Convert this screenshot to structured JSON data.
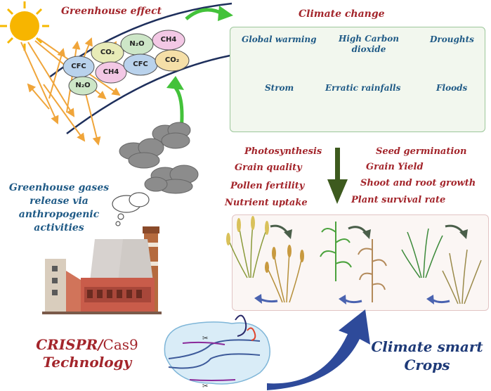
{
  "greenhouse": {
    "title": "Greenhouse effect",
    "gases": [
      "CO₂",
      "N₂O",
      "CH4",
      "CFC",
      "CH4",
      "CFC",
      "CO₂",
      "N₂O"
    ]
  },
  "climate_change": {
    "title": "Climate change",
    "items": [
      {
        "label": "Global warming",
        "icon": "gauge-icon"
      },
      {
        "label": "High Carbon dioxide",
        "icon": "co2-molecule-icon"
      },
      {
        "label": "Droughts",
        "icon": "cracked-soil-icon"
      },
      {
        "label": "Strom",
        "icon": "storm-cloud-icon"
      },
      {
        "label": "Erratic rainfalls",
        "icon": "rain-cloud-icon"
      },
      {
        "label": "Floods",
        "icon": "flood-icon"
      }
    ]
  },
  "greenhouse_gases_release": {
    "lines": [
      "Greenhouse gases",
      "release via",
      "anthropogenic",
      "activities"
    ]
  },
  "effects_left": [
    "Photosynthesis",
    "Grain quality",
    "Pollen fertility",
    "Nutrient uptake"
  ],
  "effects_right": [
    "Seed germination",
    "Grain Yield",
    "Shoot and root growth",
    "Plant survival rate"
  ],
  "crispr": {
    "line1_a": "CRISPR/",
    "line1_b": "Cas9",
    "line2": "Technology"
  },
  "climate_smart": {
    "line1": "Climate smart",
    "line2": "Crops"
  },
  "colors": {
    "red_text": "#a3252b",
    "blue_text": "#1f5a86",
    "green_arrow": "#43c23a",
    "dark_arrow": "#3d5a1e",
    "ray": "#f0a53a"
  }
}
